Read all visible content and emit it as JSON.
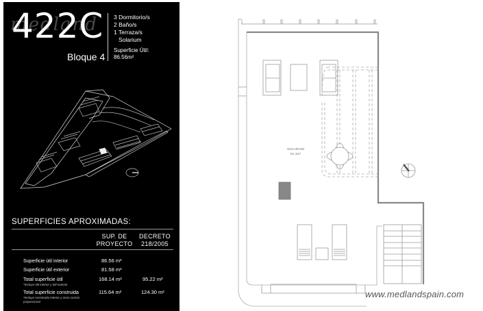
{
  "header": {
    "unit_code": "422C",
    "watermark": "medland",
    "block": "Bloque 4",
    "features": [
      "3 Dormitorio/s",
      "2 Baño/s",
      "1 Terraza/s",
      "Solarium"
    ],
    "useful_area_label": "Superficie Útil:",
    "useful_area_value": "86.56m²"
  },
  "surfaces": {
    "title": "SUPERFICIES APROXIMADAS:",
    "columns": [
      {
        "line1": "SUP. DE",
        "line2": "PROYECTO"
      },
      {
        "line1": "DECRETO",
        "line2": "218/2005"
      }
    ],
    "rows": [
      {
        "label": "Superficie útil interior",
        "note": "",
        "proyecto": "86.56 m²",
        "decreto": ""
      },
      {
        "label": "Superficie útil exterior",
        "note": "",
        "proyecto": "81.58 m²",
        "decreto": ""
      },
      {
        "label": "Total superficie útil",
        "note": "*Incluye útil interior y útil exterior",
        "proyecto": "168.14 m²",
        "decreto": "95.22 m²"
      },
      {
        "label": "Total superficie construida",
        "note": "*Incluye construida interior y zona común proporcional",
        "proyecto": "115.64 m²",
        "decreto": "124.30 m²"
      }
    ]
  },
  "floorplan": {
    "room_name": "SOLARIUM",
    "room_area": "61.4m²"
  },
  "footer": {
    "url": "www.medlandspain.com"
  }
}
